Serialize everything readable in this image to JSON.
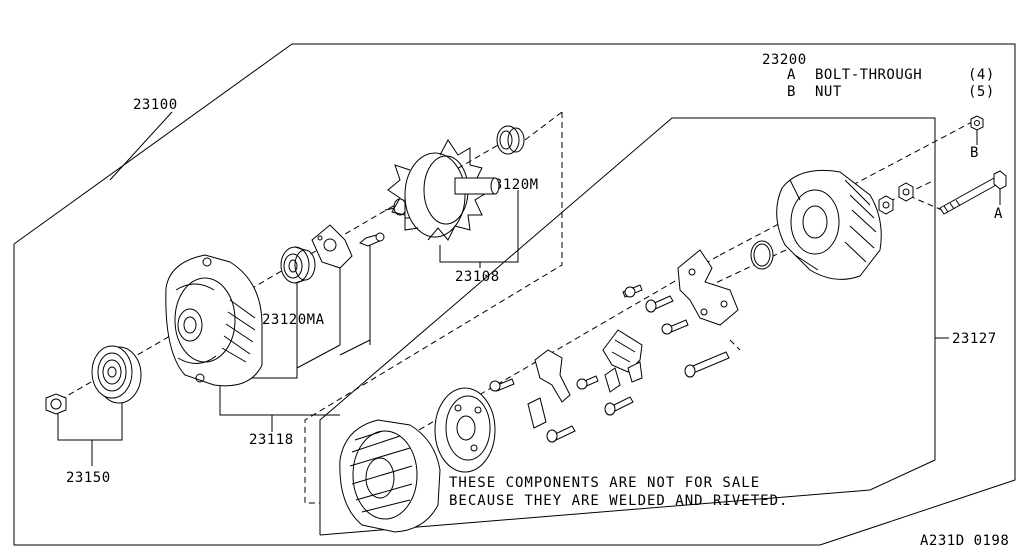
{
  "labels": {
    "assembly": "23100",
    "rotor": "23108",
    "bearing_rear": "23120M",
    "bearing_front": "23120MA",
    "front_cover": "23118",
    "pulley": "23150",
    "rear_cover": "23127",
    "kit": "23200",
    "callout_a": "A",
    "callout_b": "B",
    "code": "A231D 0198"
  },
  "kit_items": [
    {
      "key": "A",
      "name": "BOLT-THROUGH",
      "qty": "(4)"
    },
    {
      "key": "B",
      "name": "NUT",
      "qty": "(5)"
    }
  ],
  "note": {
    "line1": "THESE COMPONENTS ARE NOT FOR SALE",
    "line2": "BECAUSE THEY ARE WELDED AND RIVETED."
  }
}
